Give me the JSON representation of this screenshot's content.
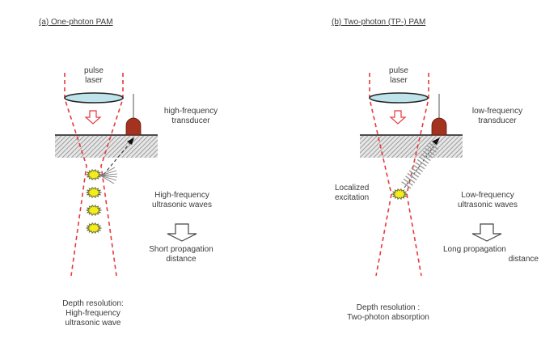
{
  "panels": [
    {
      "title": "(a) One-photon PAM",
      "laser_label": [
        "pulse",
        "laser"
      ],
      "transducer_label": [
        "high-frequency",
        "transducer"
      ],
      "waves_label": [
        "High-frequency",
        "ultrasonic waves"
      ],
      "distance_label": [
        "Short propagation",
        "distance"
      ],
      "resolution_label": [
        "Depth resolution:",
        "High-frequency",
        "ultrasonic wave"
      ],
      "excitation_count": 4
    },
    {
      "title": "(b) Two-photon (TP-) PAM",
      "laser_label": [
        "pulse",
        "laser"
      ],
      "transducer_label": [
        "low-frequency",
        "transducer"
      ],
      "excitation_label": [
        "Localized",
        "excitation"
      ],
      "waves_label": [
        "Low-frequency",
        "ultrasonic waves"
      ],
      "distance_label": [
        "Long propagation",
        "distance"
      ],
      "resolution_label": [
        "Depth resolution :",
        "Two-photon absorption"
      ],
      "excitation_count": 1
    }
  ],
  "colors": {
    "beam": "#e8383d",
    "lens_fill": "#bfe3ea",
    "transducer": "#a3321f",
    "spark_fill": "#f2ee1c",
    "spark_stroke": "#5a5a2a",
    "hatch": "#8a8a8a",
    "text": "#3a3a3a"
  }
}
